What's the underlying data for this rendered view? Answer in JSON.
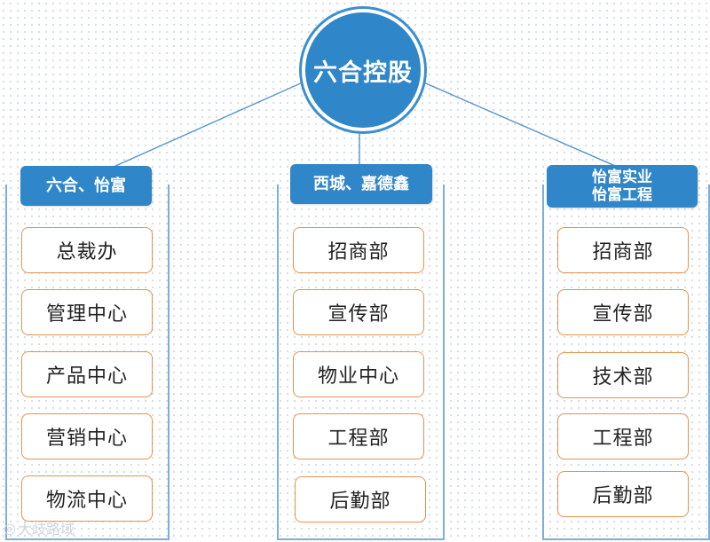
{
  "root": {
    "label": "六合控股"
  },
  "groups": [
    {
      "header_lines": [
        "六合、怡富"
      ],
      "departments": [
        "总裁办",
        "管理中心",
        "产品中心",
        "营销中心",
        "物流中心"
      ]
    },
    {
      "header_lines": [
        "西城、嘉德鑫"
      ],
      "departments": [
        "招商部",
        "宣传部",
        "物业中心",
        "工程部",
        "后勤部"
      ]
    },
    {
      "header_lines": [
        "怡富实业",
        "怡富工程"
      ],
      "departments": [
        "招商部",
        "宣传部",
        "技术部",
        "工程部",
        "后勤部"
      ]
    }
  ],
  "watermark": {
    "icon": "camera-icon",
    "text": "大歧路域"
  },
  "colors": {
    "primary_blue": "#2f86c8",
    "frame_blue": "#79aedd",
    "dept_border_orange": "#e7924a"
  }
}
